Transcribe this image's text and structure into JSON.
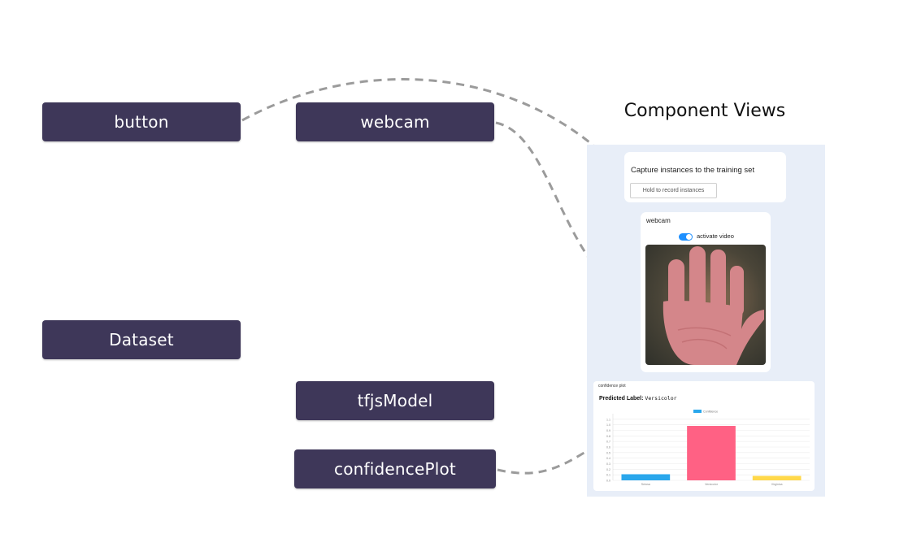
{
  "nodes": {
    "button": "button",
    "webcam": "webcam",
    "dataset": "Dataset",
    "tfjs_model": "tfjsModel",
    "confidence_plot": "confidencePlot"
  },
  "views": {
    "title": "Component Views",
    "capture": {
      "title": "Capture instances to the training set",
      "button_label": "Hold to record instances"
    },
    "webcam": {
      "title": "webcam",
      "toggle_label": "activate video"
    },
    "plot": {
      "title": "confidence plot",
      "predicted_prefix": "Predicted Label:",
      "predicted_value": "Versicolor",
      "chart_data": {
        "type": "bar",
        "categories": [
          "Setosa",
          "Versicolor",
          "Virginica"
        ],
        "series": [
          {
            "name": "Confidence",
            "values": [
              0.11,
              0.98,
              0.08
            ]
          }
        ],
        "ylim": [
          0,
          1.2
        ],
        "yticks": [
          0,
          0.1,
          0.2,
          0.3,
          0.4,
          0.5,
          0.6,
          0.7,
          0.8,
          0.9,
          1.0,
          1.1
        ],
        "colors": [
          "#2aa7ec",
          "#ff6184",
          "#ffd84a"
        ]
      }
    }
  },
  "colors": {
    "node_bg": "#3e3759",
    "arrow": "#9b9b9b",
    "panel_bg": "#e8eef8",
    "toggle": "#1e90ff"
  }
}
